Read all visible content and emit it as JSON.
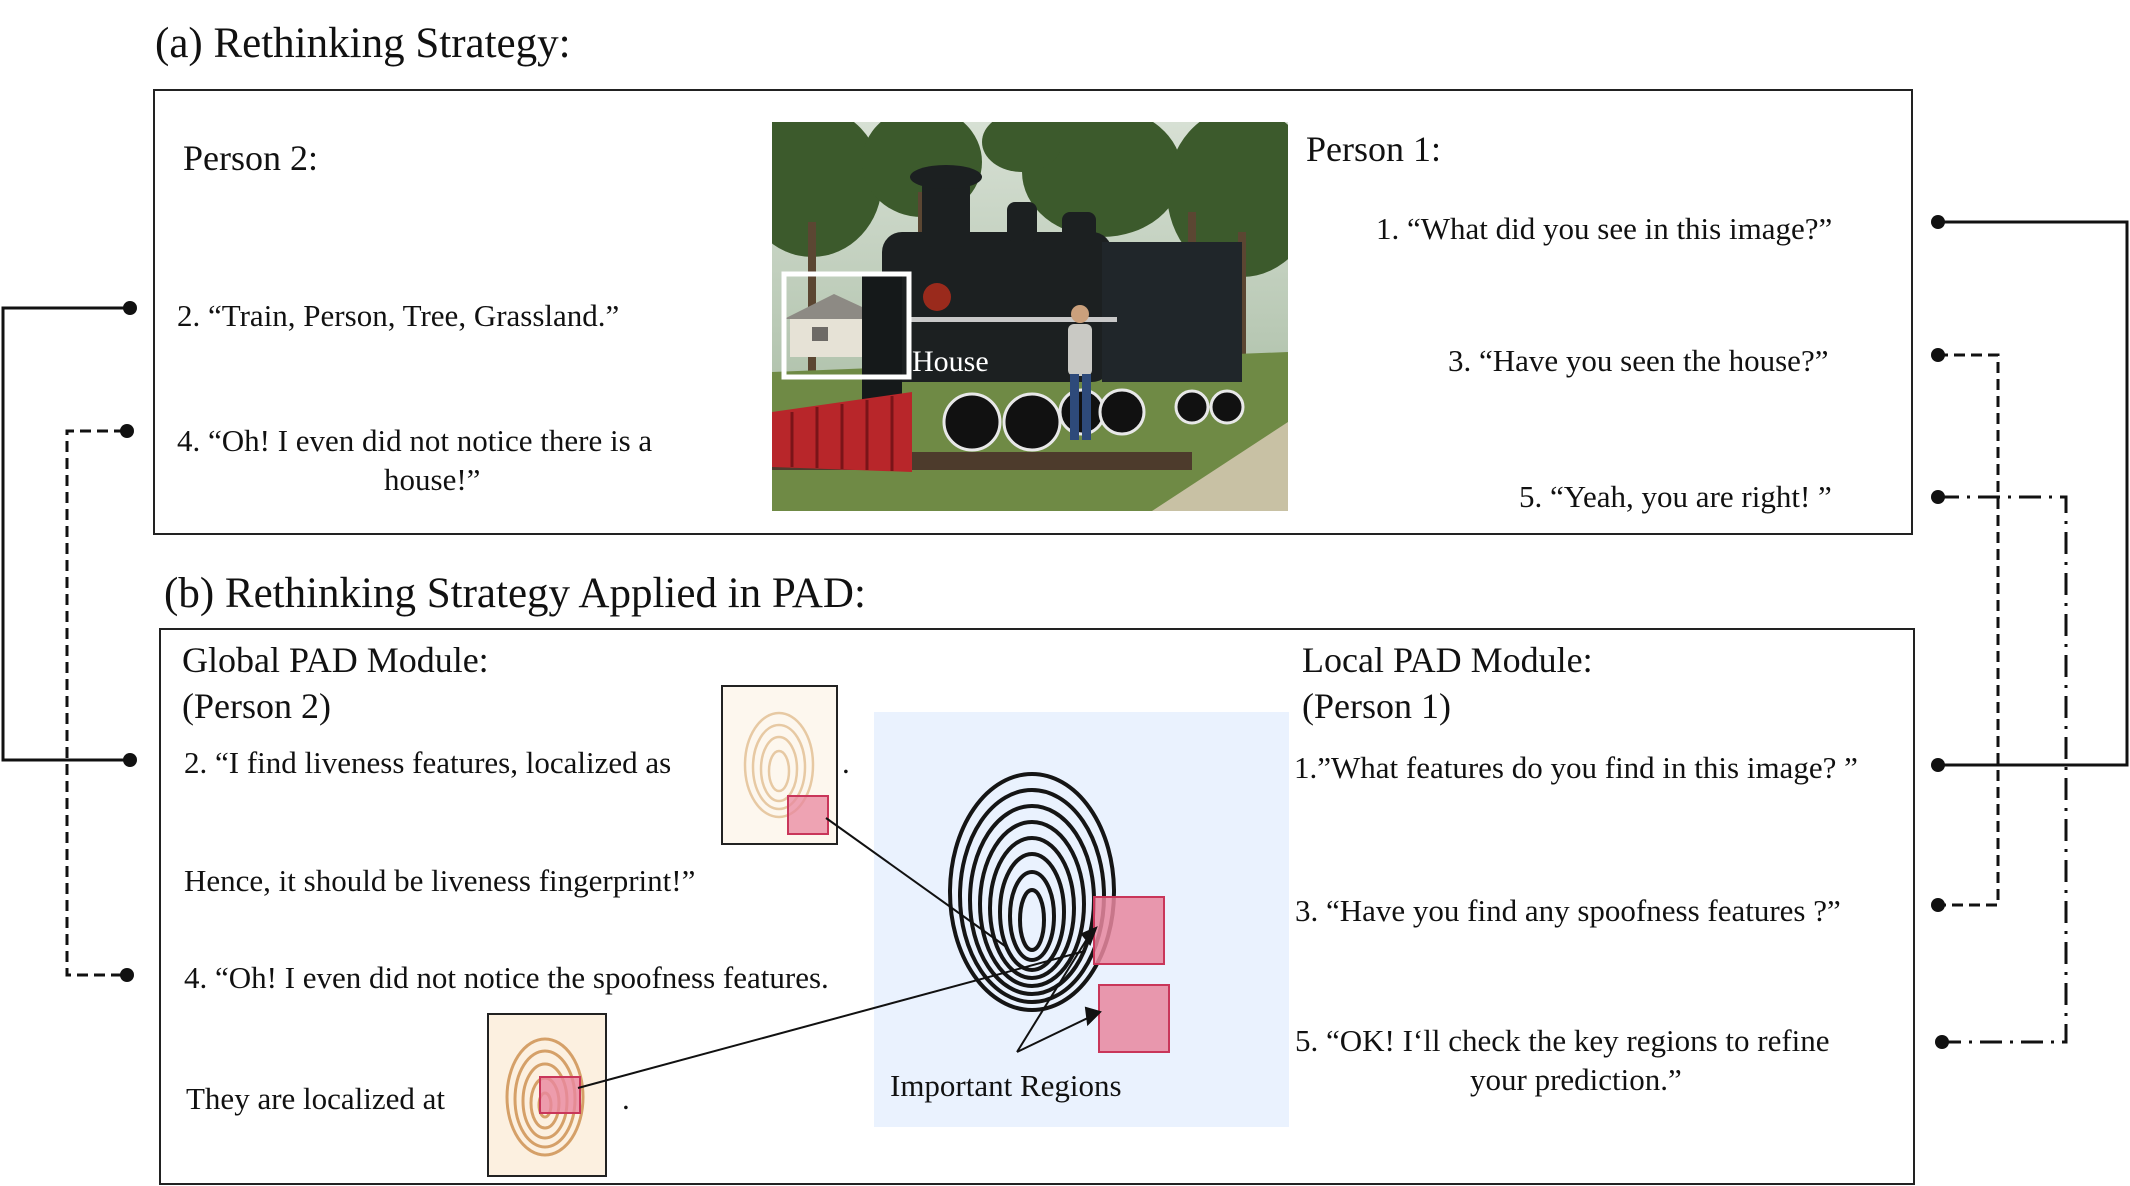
{
  "section_a": {
    "title": "(a) Rethinking Strategy:",
    "person2_heading": "Person 2:",
    "person1_heading": "Person 1:",
    "p2_msg2": "2. “Train,  Person, Tree,  Grassland.”",
    "p2_msg4_line1": "4. “Oh! I even did not notice there is a",
    "p2_msg4_line2": "house!”",
    "p1_msg1": "1. “What  did you see in this image?”",
    "p1_msg3": "3. “Have you seen the house?”",
    "p1_msg5": "5. “Yeah,  you are right! ”",
    "image_label": "House"
  },
  "section_b": {
    "title": "(b) Rethinking Strategy  Applied in PAD:",
    "global_heading": "Global PAD Module:",
    "global_sub": "(Person 2)",
    "local_heading": "Local PAD Module:",
    "local_sub": "(Person 1)",
    "g_msg2": "2. “I find liveness features, localized as",
    "g_msg2_end": ".",
    "g_hence": "Hence,  it  should be liveness  fingerprint!”",
    "g_msg4": "4. “Oh! I even did not notice the spoofness features.",
    "g_localized": "They  are localized  at",
    "g_localized_end": ".",
    "l_msg1": "1.”What  features  do you find in this image?  ”",
    "l_msg3": "3. “Have you find any spoofness features  ?”",
    "l_msg5_line1": "5. “OK! I‘ll check  the key regions to refine",
    "l_msg5_line2": "your prediction.”",
    "fingerprint_label": "Important  Regions"
  },
  "colors": {
    "highlight_fill": "#e8879f",
    "highlight_stroke": "#c9365a",
    "fingerprint_bg": "#eaf2fe"
  }
}
